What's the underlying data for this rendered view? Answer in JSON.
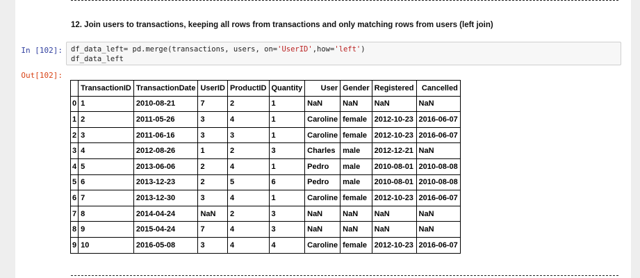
{
  "cell": {
    "heading": "12. Join users to transactions, keeping all rows from transactions and only matching rows from users (left join)",
    "in_prompt": "In [102]:",
    "out_prompt": "Out[102]:",
    "code": {
      "line1_a": "df_data_left= pd.merge(transactions, users, on=",
      "line1_s1": "'UserID'",
      "line1_b": ",how=",
      "line1_s2": "'left'",
      "line1_c": ")",
      "line2": "df_data_left"
    }
  },
  "table": {
    "columns": [
      "",
      "TransactionID",
      "TransactionDate",
      "UserID",
      "ProductID",
      "Quantity",
      "User",
      "Gender",
      "Registered",
      "Cancelled"
    ],
    "rows": [
      [
        "0",
        "1",
        "2010-08-21",
        "7",
        "2",
        "1",
        "NaN",
        "NaN",
        "NaN",
        "NaN"
      ],
      [
        "1",
        "2",
        "2011-05-26",
        "3",
        "4",
        "1",
        "Caroline",
        "female",
        "2012-10-23",
        "2016-06-07"
      ],
      [
        "2",
        "3",
        "2011-06-16",
        "3",
        "3",
        "1",
        "Caroline",
        "female",
        "2012-10-23",
        "2016-06-07"
      ],
      [
        "3",
        "4",
        "2012-08-26",
        "1",
        "2",
        "3",
        "Charles",
        "male",
        "2012-12-21",
        "NaN"
      ],
      [
        "4",
        "5",
        "2013-06-06",
        "2",
        "4",
        "1",
        "Pedro",
        "male",
        "2010-08-01",
        "2010-08-08"
      ],
      [
        "5",
        "6",
        "2013-12-23",
        "2",
        "5",
        "6",
        "Pedro",
        "male",
        "2010-08-01",
        "2010-08-08"
      ],
      [
        "6",
        "7",
        "2013-12-30",
        "3",
        "4",
        "1",
        "Caroline",
        "female",
        "2012-10-23",
        "2016-06-07"
      ],
      [
        "7",
        "8",
        "2014-04-24",
        "NaN",
        "2",
        "3",
        "NaN",
        "NaN",
        "NaN",
        "NaN"
      ],
      [
        "8",
        "9",
        "2015-04-24",
        "7",
        "4",
        "3",
        "NaN",
        "NaN",
        "NaN",
        "NaN"
      ],
      [
        "9",
        "10",
        "2016-05-08",
        "3",
        "4",
        "4",
        "Caroline",
        "female",
        "2012-10-23",
        "2016-06-07"
      ]
    ]
  }
}
